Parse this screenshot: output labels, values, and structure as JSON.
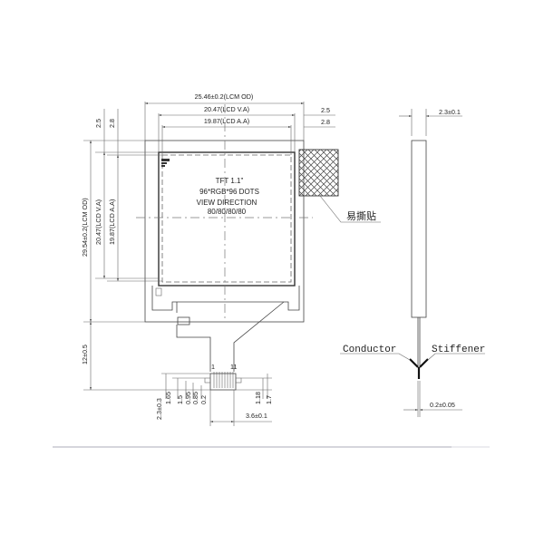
{
  "drawing": {
    "top_dimensions": {
      "lcm_od_width": "25.46±0.2(LCM OD)",
      "lcd_va_width": "20.47(LCD V.A)",
      "lcd_aa_width": "19.87(LCD A.A)",
      "right_offset_va": "2.5",
      "right_offset_aa": "2.8"
    },
    "left_dimensions": {
      "top_offset_va": "2.5",
      "top_offset_aa": "2.8",
      "lcm_od_height": "29.54±0.2(LCM OD)",
      "lcd_va_height": "20.47(LCD V.A)",
      "lcd_aa_height": "19.87(LCD A.A)",
      "fpc_length": "12±0.5",
      "fpc_tail": "2.3±0.3"
    },
    "panel_text": {
      "line1": "TFT 1.1\"",
      "line2": "96*RGB*96 DOTS",
      "line3": "VIEW DIRECTION",
      "line4": "80/80/80/80"
    },
    "peel_label": "易撕贴",
    "fpc_pins": {
      "pin_first": "1",
      "pin_last": "11",
      "dims_left": [
        "1.65",
        "1.5",
        "0.95",
        "0.85",
        "0.2"
      ],
      "dims_right": [
        "1.18",
        "1.7"
      ],
      "fpc_width": "3.6±0.1"
    },
    "side_view": {
      "thickness": "2.3±0.1",
      "conductor_label": "Conductor",
      "stiffener_label": "Stiffener",
      "fpc_thickness": "0.2±0.05"
    }
  },
  "footer": {
    "divider_color": "#d6d6dc"
  }
}
